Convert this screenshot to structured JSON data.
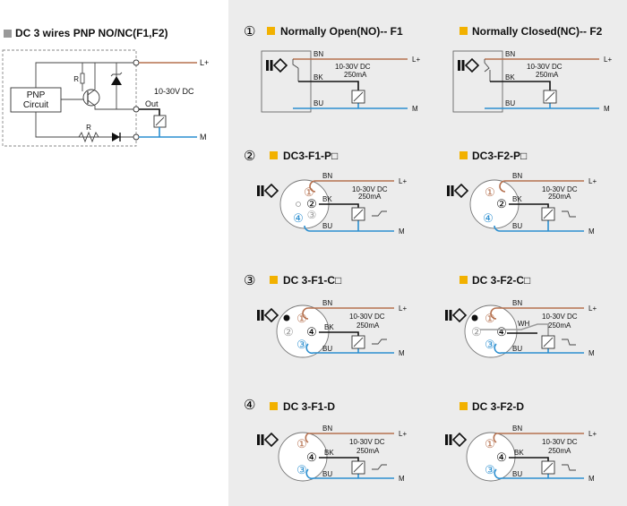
{
  "colors": {
    "brown_wire": "#b5714f",
    "blue_wire": "#2c8fd0",
    "grey_wire": "#9a9a9a",
    "yellow_square": "#f2b100",
    "panel_bg": "#ececec"
  },
  "schematic": {
    "title": "DC 3 wires PNP NO/NC(F1,F2)",
    "block_line1": "PNP",
    "block_line2": "Circuit",
    "r_label": "R",
    "r_label2": "R",
    "supply": "10-30V DC",
    "out_label": "Out",
    "lplus": "L+",
    "m": "M"
  },
  "common": {
    "bn": "BN",
    "bk": "BK",
    "bu": "BU",
    "wh": "WH",
    "supply": "10-30V DC",
    "current": "250mA",
    "lplus": "L+",
    "m": "M"
  },
  "sections": [
    {
      "number": "①",
      "left_title": "Normally Open(NO)-- F1",
      "right_title": "Normally Closed(NC)-- F2"
    },
    {
      "number": "②",
      "left_title": "DC3-F1-P□",
      "right_title": "DC3-F2-P□"
    },
    {
      "number": "③",
      "left_title": "DC 3-F1-C□",
      "right_title": "DC 3-F2-C□"
    },
    {
      "number": "④",
      "left_title": "DC 3-F1-D",
      "right_title": "DC 3-F2-D"
    }
  ],
  "pins": {
    "p1": "①",
    "p2": "②",
    "p3": "③",
    "p4": "④"
  }
}
